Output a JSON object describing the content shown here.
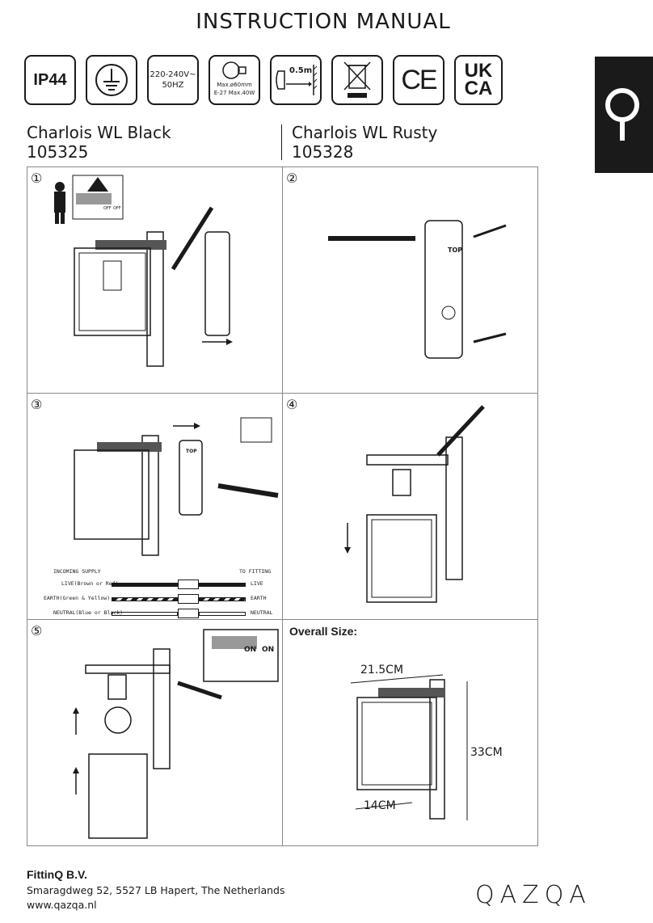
{
  "header": {
    "title": "INSTRUCTION MANUAL"
  },
  "icons": {
    "ip_rating": "IP44",
    "voltage_line1": "220-240V~",
    "voltage_line2": "50HZ",
    "bulb_line1": "Max.ø60mm",
    "bulb_line2": "E-27 Max.40W",
    "distance": "0.5m",
    "ce": "CE",
    "ukca_line1": "UK",
    "ukca_line2": "CA"
  },
  "products": [
    {
      "name": "Charlois WL Black",
      "code": "105325"
    },
    {
      "name": "Charlois WL Rusty",
      "code": "105328"
    }
  ],
  "steps": {
    "s1": "①",
    "s2": "②",
    "s3": "③",
    "s4": "④",
    "s5": "⑤",
    "off_label": "OFF",
    "on_label": "ON",
    "top_label": "TOP"
  },
  "wiring": {
    "incoming": "INCOMING SUPPLY",
    "to_fitting": "TO FITTING",
    "live_in": "LIVE(Brown or Red)",
    "live_out": "LIVE",
    "earth_in": "EARTH(Green & Yellow)",
    "earth_out": "EARTH",
    "neutral_in": "NEUTRAL(Blue or Black)",
    "neutral_out": "NEUTRAL"
  },
  "overall": {
    "heading": "Overall Size:",
    "width": "21.5CM",
    "height": "33CM",
    "depth": "14CM"
  },
  "footer": {
    "company": "FittinQ B.V.",
    "address": "Smaragdweg 52, 5527 LB Hapert, The Netherlands",
    "website": "www.qazqa.nl",
    "brand": "QAZQA"
  },
  "colors": {
    "ink": "#1a1a1a",
    "tab": "#1a1a1a"
  }
}
